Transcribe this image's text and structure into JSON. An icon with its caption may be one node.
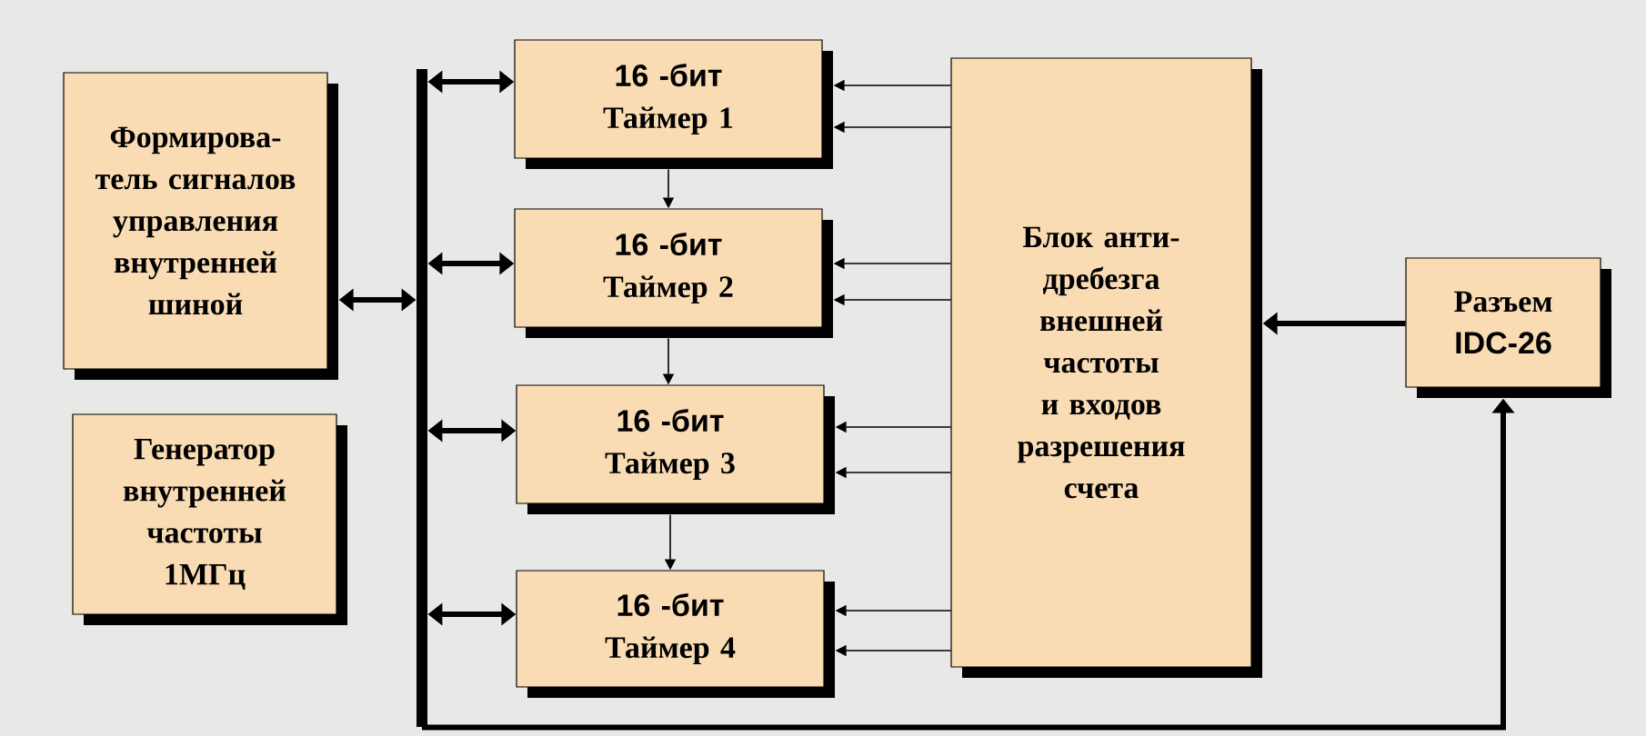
{
  "diagram": {
    "nodes": [
      {
        "text": [
          "Формирова- тель сигналов управления внутренней шиной"
        ]
      },
      {
        "text": [
          "Генератор внутренней частоты 1МГц"
        ]
      },
      {
        "text": [],
        "shape": "bar"
      },
      {
        "text": [
          "16 -бит",
          "Таймер 1"
        ]
      },
      {
        "text": [
          "16 -бит",
          "Таймер 2"
        ]
      },
      {
        "text": [
          "16 -бит",
          "Таймер 3"
        ]
      },
      {
        "text": [
          "16 -бит",
          "Таймер 4"
        ]
      },
      {
        "text": [
          "Блок анти- дребезга внешней частоты и входов разрешения счета"
        ]
      },
      {
        "text": [
          "Разъем",
          "IDC-26"
        ]
      }
    ],
    "edges": [
      {
        "from": 0,
        "to": 2,
        "arrow": "both",
        "style": "thick"
      },
      {
        "from": 2,
        "to": 3,
        "arrow": "both",
        "style": "thick"
      },
      {
        "from": 2,
        "to": 4,
        "arrow": "both",
        "style": "thick"
      },
      {
        "from": 2,
        "to": 5,
        "arrow": "both",
        "style": "thick"
      },
      {
        "from": 2,
        "to": 6,
        "arrow": "both",
        "style": "thick"
      },
      {
        "from": 3,
        "to": 4,
        "arrow": "to"
      },
      {
        "from": 4,
        "to": 5,
        "arrow": "to"
      },
      {
        "from": 5,
        "to": 6,
        "arrow": "to"
      },
      {
        "from": 7,
        "to": 3,
        "arrow": "to"
      },
      {
        "from": 7,
        "to": 3,
        "arrow": "to"
      },
      {
        "from": 7,
        "to": 4,
        "arrow": "to"
      },
      {
        "from": 7,
        "to": 4,
        "arrow": "to"
      },
      {
        "from": 7,
        "to": 5,
        "arrow": "to"
      },
      {
        "from": 7,
        "to": 5,
        "arrow": "to"
      },
      {
        "from": 7,
        "to": 6,
        "arrow": "to"
      },
      {
        "from": 7,
        "to": 6,
        "arrow": "to"
      },
      {
        "from": 8,
        "to": 7,
        "arrow": "to",
        "style": "thick"
      },
      {
        "from": 2,
        "to": 8,
        "arrow": "to",
        "style": "thick"
      }
    ]
  }
}
